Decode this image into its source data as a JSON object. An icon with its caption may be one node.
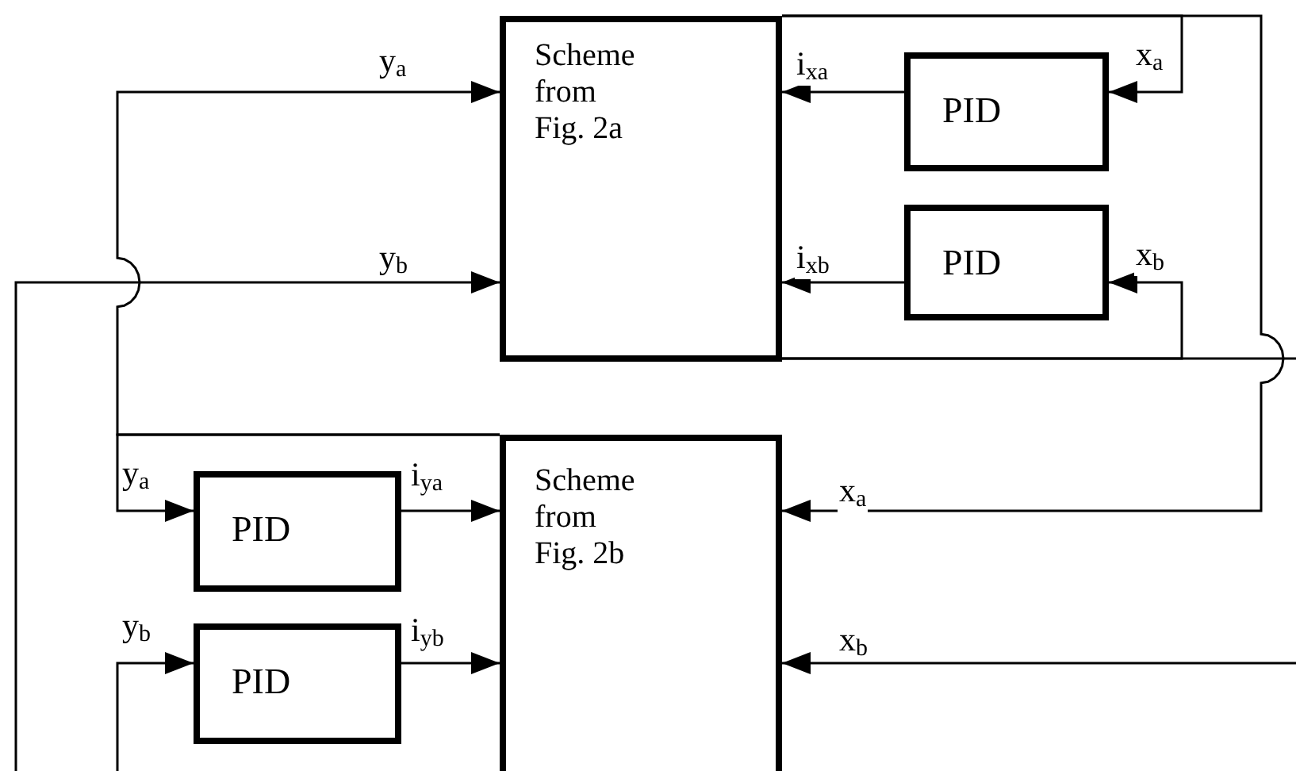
{
  "diagram": {
    "nodes": [
      {
        "text": [
          "Scheme from Fig. 2a"
        ]
      },
      {
        "text": [
          "PID"
        ]
      },
      {
        "text": [
          "PID"
        ]
      },
      {
        "text": [
          "Scheme from Fig. 2b"
        ]
      },
      {
        "text": [
          "PID"
        ]
      },
      {
        "text": [
          "PID"
        ]
      }
    ],
    "edges": [
      {
        "from": 1,
        "to": 0,
        "arrow": "to",
        "label": "i$_{xa}$"
      },
      {
        "from": 2,
        "to": 0,
        "arrow": "to",
        "label": "i$_{xb}$"
      },
      {
        "from": 0,
        "to": 1,
        "arrow": "to",
        "label": "x$_{a}$"
      },
      {
        "from": 0,
        "to": 3,
        "arrow": "to",
        "label": "x$_{a}$"
      },
      {
        "from": 0,
        "to": 2,
        "arrow": "to",
        "label": "x$_{b}$"
      },
      {
        "from": 0,
        "to": null,
        "arrow": "none"
      },
      {
        "from": null,
        "to": 3,
        "arrow": "to",
        "label": "x$_{b}$"
      },
      {
        "from": 3,
        "to": 0,
        "arrow": "to",
        "label": "y$_{a}$"
      },
      {
        "from": 3,
        "to": 4,
        "arrow": "to",
        "label": "y$_{a}$"
      },
      {
        "from": 4,
        "to": 3,
        "arrow": "to",
        "label": "i$_{ya}$"
      },
      {
        "from": 5,
        "to": 3,
        "arrow": "to",
        "label": "i$_{yb}$"
      },
      {
        "from": null,
        "to": 0,
        "arrow": "to",
        "label": "y$_{b}$"
      },
      {
        "from": null,
        "to": 5,
        "arrow": "to",
        "label": "y$_{b}$"
      }
    ]
  }
}
